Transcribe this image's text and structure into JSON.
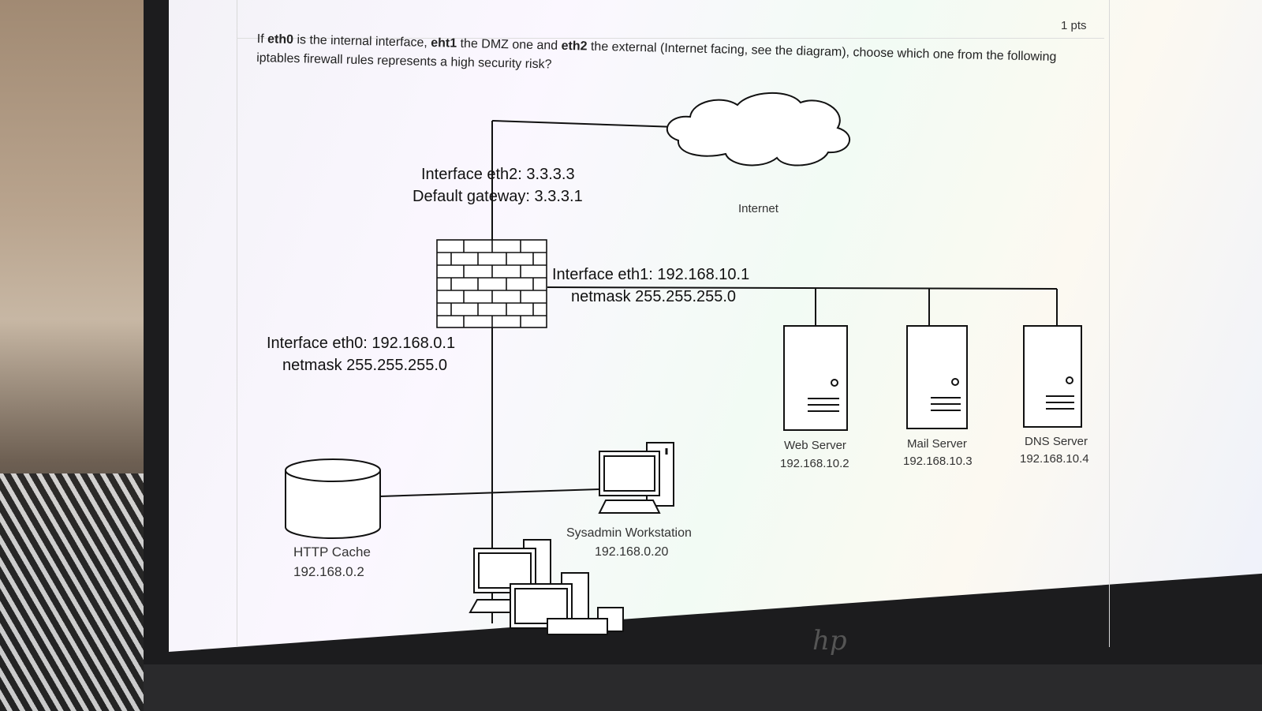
{
  "question": {
    "points": "1 pts",
    "t1": "If ",
    "b1": "eth0",
    "t2": " is the internal interface, ",
    "b2": "eht1",
    "t3": " the DMZ one and ",
    "b3": "eth2",
    "t4": " the external (Internet facing, see the diagram), choose which one from the following iptables firewall rules represents a high security risk?"
  },
  "diagram": {
    "eth2_line1": "Interface eth2: 3.3.3.3",
    "eth2_line2": "Default gateway: 3.3.3.1",
    "internet": "Internet",
    "eth1_line1": "Interface eth1: 192.168.10.1",
    "eth1_line2": "netmask 255.255.255.0",
    "eth0_line1": "Interface eth0: 192.168.0.1",
    "eth0_line2": "netmask 255.255.255.0",
    "servers": [
      {
        "name": "Web Server",
        "ip": "192.168.10.2"
      },
      {
        "name": "Mail Server",
        "ip": "192.168.10.3"
      },
      {
        "name": "DNS Server",
        "ip": "192.168.10.4"
      }
    ],
    "http_cache": {
      "name": "HTTP Cache",
      "ip": "192.168.0.2"
    },
    "sysadmin": {
      "name": "Sysadmin Workstation",
      "ip": "192.168.0.20"
    }
  },
  "device": {
    "logo": "hp"
  },
  "icons": [
    "cloud-icon",
    "firewall-icon",
    "server-icon",
    "database-icon",
    "workstation-icon"
  ]
}
